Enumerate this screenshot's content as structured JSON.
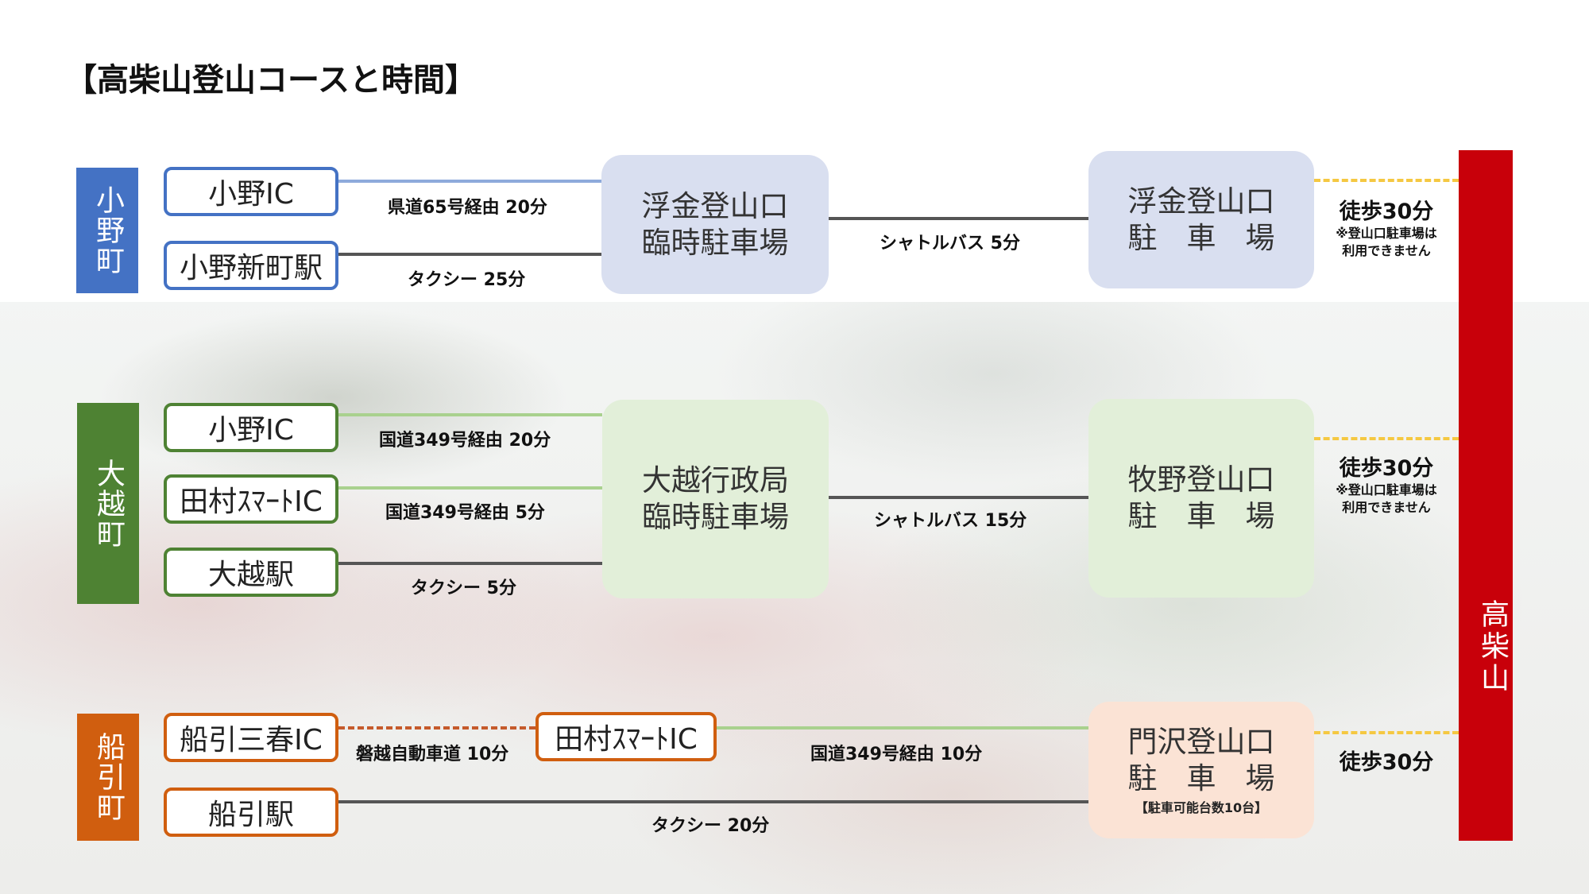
{
  "title": "【高柴山登山コースと時間】",
  "colors": {
    "ono": "#4472c4",
    "okoshi": "#4e8233",
    "funehiki": "#d05e0f",
    "summit": "#c8000a",
    "walk_dash": "#f5c842"
  },
  "summit": "高柴山",
  "ono": {
    "town": "小野町",
    "starts": [
      "小野IC",
      "小野新町駅"
    ],
    "routes": [
      "県道65号経由 20分",
      "タクシー 25分"
    ],
    "temp_parking": [
      "浮金登山口",
      "臨時駐車場"
    ],
    "shuttle": "シャトルバス 5分",
    "trailhead": [
      "浮金登山口",
      "駐　車　場"
    ],
    "walk": "徒歩30分",
    "walk_note": [
      "※登山口駐車場は",
      "利用できません"
    ]
  },
  "okoshi": {
    "town": "大越町",
    "starts": [
      "小野IC",
      "田村ｽﾏｰﾄIC",
      "大越駅"
    ],
    "routes": [
      "国道349号経由 20分",
      "国道349号経由 5分",
      "タクシー 5分"
    ],
    "temp_parking": [
      "大越行政局",
      "臨時駐車場"
    ],
    "shuttle": "シャトルバス 15分",
    "trailhead": [
      "牧野登山口",
      "駐　車　場"
    ],
    "walk": "徒歩30分",
    "walk_note": [
      "※登山口駐車場は",
      "利用できません"
    ]
  },
  "funehiki": {
    "town": "船引町",
    "starts": [
      "船引三春IC",
      "船引駅"
    ],
    "via_ic": "田村ｽﾏｰﾄIC",
    "routes": [
      "磐越自動車道 10分",
      "国道349号経由 10分",
      "タクシー 20分"
    ],
    "trailhead": [
      "門沢登山口",
      "駐　車　場"
    ],
    "trailhead_note": "【駐車可能台数10台】",
    "walk": "徒歩30分"
  }
}
